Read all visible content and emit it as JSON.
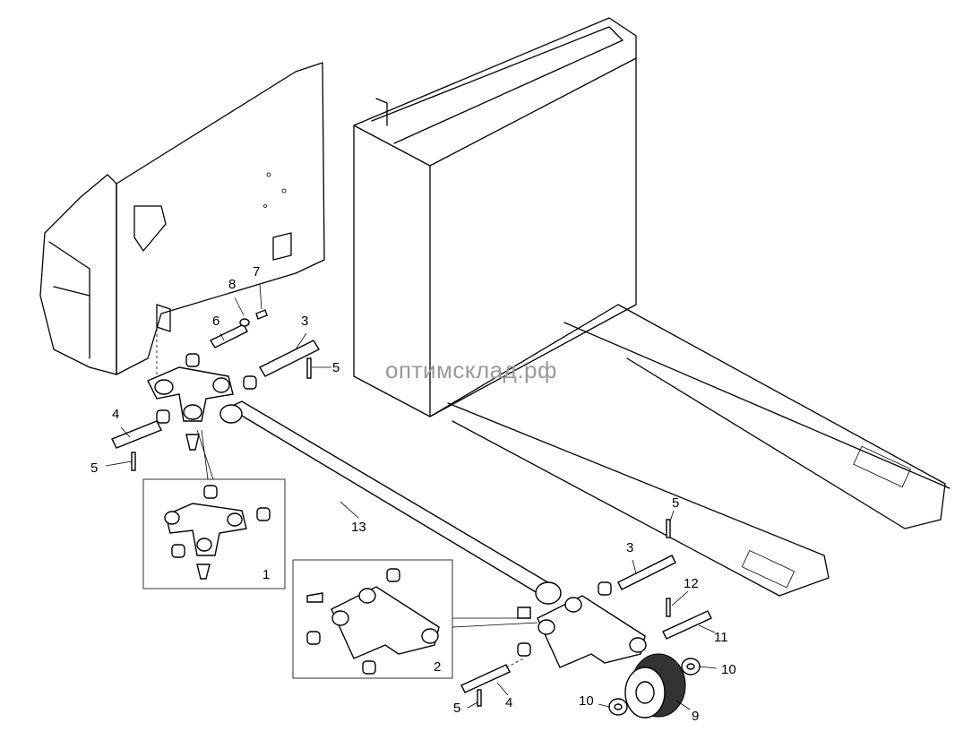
{
  "watermark": "оптимсклад.рф",
  "callouts": [
    "8",
    "7",
    "6",
    "3",
    "5",
    "4",
    "5",
    "1",
    "13",
    "5",
    "3",
    "12",
    "11",
    "2",
    "10",
    "4",
    "5",
    "10",
    "9"
  ]
}
